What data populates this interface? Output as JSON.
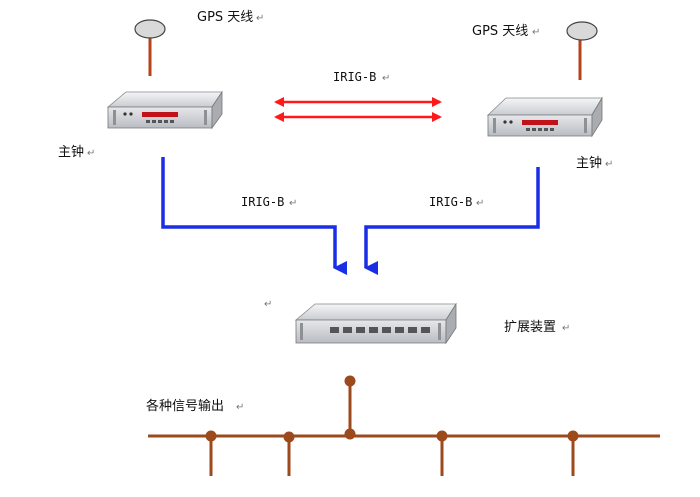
{
  "labels": {
    "gps_left": "GPS 天线",
    "gps_right": "GPS 天线",
    "irig_top": "IRIG-B",
    "irig_left": "IRIG-B",
    "irig_right": "IRIG-B",
    "master_left": "主钟",
    "master_right": "主钟",
    "expander": "扩展装置",
    "outputs": "各种信号输出"
  },
  "marks": {
    "paragraph": "↵",
    "small_mark": "↵"
  },
  "colors": {
    "sync_link": "#ff1a1a",
    "signal_line": "#1a2ee6",
    "output_bus": "#9c4a1c",
    "antenna_pole": "#b5441a",
    "device_body": "#e9ebee",
    "device_front": "#d4d7db",
    "display": "#c1121a"
  },
  "icons": {
    "antenna": "antenna-icon",
    "clock_device": "rack-clock-icon",
    "expander_device": "rack-expander-icon"
  }
}
